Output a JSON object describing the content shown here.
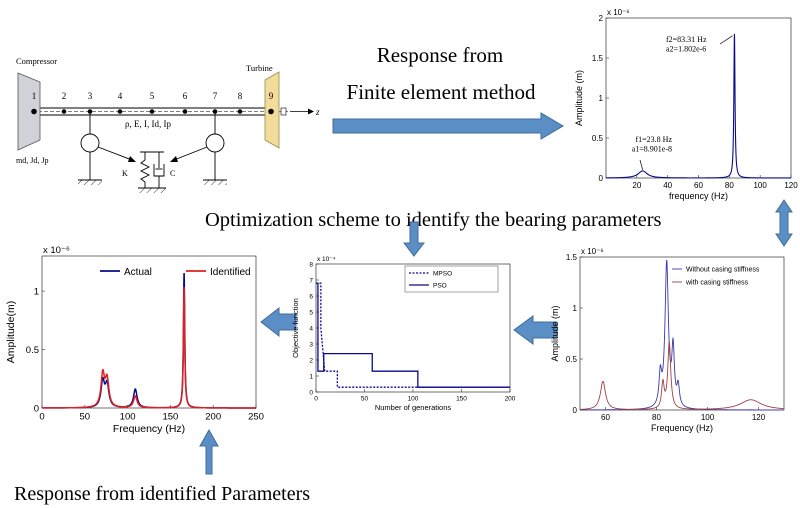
{
  "captions": {
    "fem": [
      "Response from",
      "Finite element method"
    ],
    "optimization": "Optimization scheme to identify the bearing parameters",
    "identified": "Response from identified Parameters"
  },
  "rotor": {
    "compressor": "Compressor",
    "turbine": "Turbine",
    "nodes": [
      "1",
      "2",
      "3",
      "4",
      "5",
      "6",
      "7",
      "8",
      "9"
    ],
    "axis": "z",
    "properties": "ρ, E, I, Id, Ip",
    "disk_props": "md, Jd, Jp",
    "K": "K",
    "C": "C"
  },
  "colors": {
    "arrow_fill": "#5b8ec4",
    "arrow_stroke": "#3d6d9e",
    "navy": "#0a0a8c",
    "red": "#e02020",
    "dark_red": "#a04040",
    "disk": "#cfd2d6",
    "turbine": "#f1dc9a"
  },
  "chart_data": [
    {
      "id": "fem",
      "type": "line",
      "xlabel": "frequency (Hz)",
      "ylabel": "Amplitude (m)",
      "xlim": [
        0,
        120
      ],
      "ylim": [
        0,
        2
      ],
      "xticks": [
        "20",
        "40",
        "60",
        "80",
        "100",
        "120"
      ],
      "yticks": [
        "0",
        "0.5",
        "1",
        "1.5",
        "2"
      ],
      "exponent": "x 10⁻⁶",
      "grid": false,
      "series": [
        {
          "color": "#0a0a8c",
          "peaks": [
            {
              "x": 23.8,
              "y": 0.089,
              "w": 3.5
            },
            {
              "x": 83.31,
              "y": 1.802,
              "w": 0.45
            }
          ]
        }
      ],
      "annotations": [
        {
          "lines": [
            "f1=23.8 Hz",
            "a1=8.901e-8"
          ],
          "x": 23.8,
          "y": 0.089
        },
        {
          "lines": [
            "f2=83.31 Hz",
            "a2=1.802e-6"
          ],
          "x": 83.31,
          "y": 1.802
        }
      ]
    },
    {
      "id": "casing",
      "type": "line",
      "xlabel": "Frequency (Hz)",
      "ylabel": "Amplitude (m)",
      "xlim": [
        50,
        130
      ],
      "ylim": [
        0,
        1.5
      ],
      "xticks": [
        "60",
        "80",
        "100",
        "120"
      ],
      "yticks": [
        "0",
        "0.5",
        "1",
        "1.5"
      ],
      "exponent": "x 10⁻⁶",
      "grid": false,
      "legend_position": "top-right",
      "series": [
        {
          "name": "Without casing stiffness",
          "color": "#3a3aa8",
          "peaks": [
            {
              "x": 84,
              "y": 1.42,
              "w": 0.8
            },
            {
              "x": 86.5,
              "y": 0.55,
              "w": 0.6
            },
            {
              "x": 81.5,
              "y": 0.3,
              "w": 0.6
            },
            {
              "x": 88.5,
              "y": 0.2,
              "w": 0.6
            }
          ]
        },
        {
          "name": "with casing stiffness",
          "color": "#a04040",
          "peaks": [
            {
              "x": 59,
              "y": 0.28,
              "w": 1.2
            },
            {
              "x": 85,
              "y": 0.65,
              "w": 0.7
            },
            {
              "x": 82.5,
              "y": 0.25,
              "w": 0.6
            },
            {
              "x": 117,
              "y": 0.1,
              "w": 5
            }
          ]
        }
      ]
    },
    {
      "id": "objective",
      "type": "line",
      "xlabel": "Number of generations",
      "ylabel": "Objective function",
      "xlim": [
        0,
        200
      ],
      "ylim": [
        0,
        8
      ],
      "xticks": [
        "0",
        "50",
        "100",
        "150",
        "200"
      ],
      "yticks": [
        "0",
        "1",
        "2",
        "3",
        "4",
        "5",
        "6",
        "7",
        "8"
      ],
      "exponent": "x 10⁻⁴",
      "grid": false,
      "legend_position": "top-right",
      "series": [
        {
          "name": "MPSO",
          "color": "#0a0a8c",
          "dash": true,
          "x": [
            0,
            5,
            5,
            9,
            9,
            22,
            22,
            200
          ],
          "y": [
            6.8,
            6.8,
            4,
            1.3,
            1.3,
            1.3,
            0.3,
            0.3
          ]
        },
        {
          "name": "PSO",
          "color": "#0a0a8c",
          "x": [
            0,
            2,
            2,
            8,
            8,
            58,
            58,
            105,
            105,
            200
          ],
          "y": [
            6.8,
            6.8,
            1.3,
            1.3,
            2.4,
            2.4,
            1.3,
            1.3,
            0.3,
            0.3
          ]
        }
      ]
    },
    {
      "id": "identified",
      "type": "line",
      "xlabel": "Frequency (Hz)",
      "ylabel": "Amplitude(m)",
      "xlim": [
        0,
        250
      ],
      "ylim": [
        0,
        1.3
      ],
      "xticks": [
        "0",
        "50",
        "100",
        "150",
        "200",
        "250"
      ],
      "yticks": [
        "0",
        "0.5",
        "1"
      ],
      "exponent": "x 10⁻⁶",
      "grid": false,
      "legend_position": "top-right",
      "series": [
        {
          "name": "Actual",
          "color": "#0a0a8c",
          "peaks": [
            {
              "x": 71,
              "y": 0.22,
              "w": 2.5
            },
            {
              "x": 76,
              "y": 0.19,
              "w": 2.5
            },
            {
              "x": 109,
              "y": 0.16,
              "w": 2.5
            },
            {
              "x": 166,
              "y": 1.16,
              "w": 0.9
            }
          ]
        },
        {
          "name": "Identified",
          "color": "#e02020",
          "peaks": [
            {
              "x": 71,
              "y": 0.28,
              "w": 2.5
            },
            {
              "x": 76,
              "y": 0.23,
              "w": 2.5
            },
            {
              "x": 109,
              "y": 0.1,
              "w": 2.5
            },
            {
              "x": 166,
              "y": 1.04,
              "w": 0.9
            }
          ]
        }
      ]
    }
  ]
}
